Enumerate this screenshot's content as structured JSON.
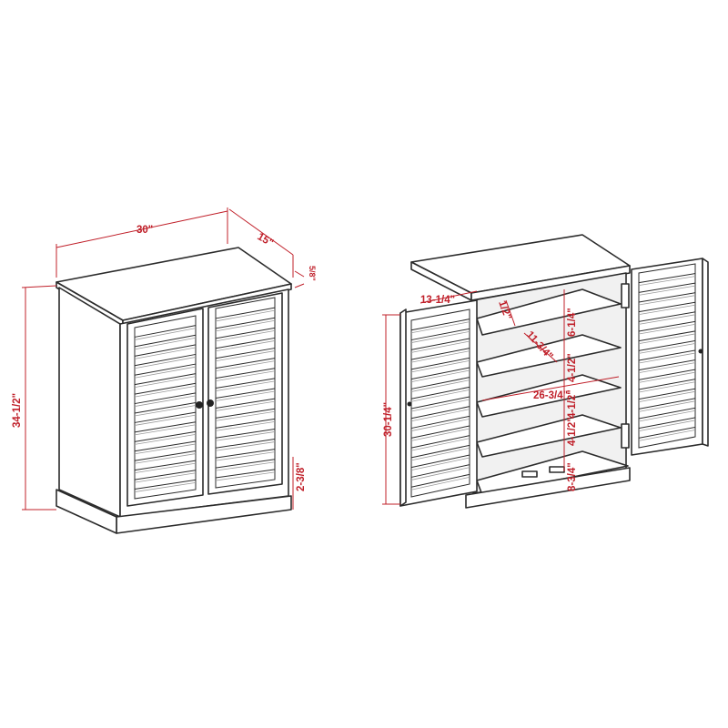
{
  "closed_view": {
    "width": "30\"",
    "depth": "15\"",
    "height": "34-1/2\"",
    "top_thickness": "5/8\"",
    "base_height": "2-3/8\""
  },
  "open_view": {
    "door_width": "13-1/4\"",
    "door_height": "30-1/4\"",
    "shelf_depth": "11-3/4\"",
    "shelf_thickness": "1/2\"",
    "inner_width": "26-3/4\"",
    "gap_top": "6-1/4\"",
    "gap_2": "4-1/2\"",
    "gap_3": "4-1/2\"",
    "gap_4": "4-1/2\"",
    "gap_bottom": "8-3/4\""
  },
  "colors": {
    "line": "#2b2b2b",
    "dimension": "#c0202a"
  }
}
